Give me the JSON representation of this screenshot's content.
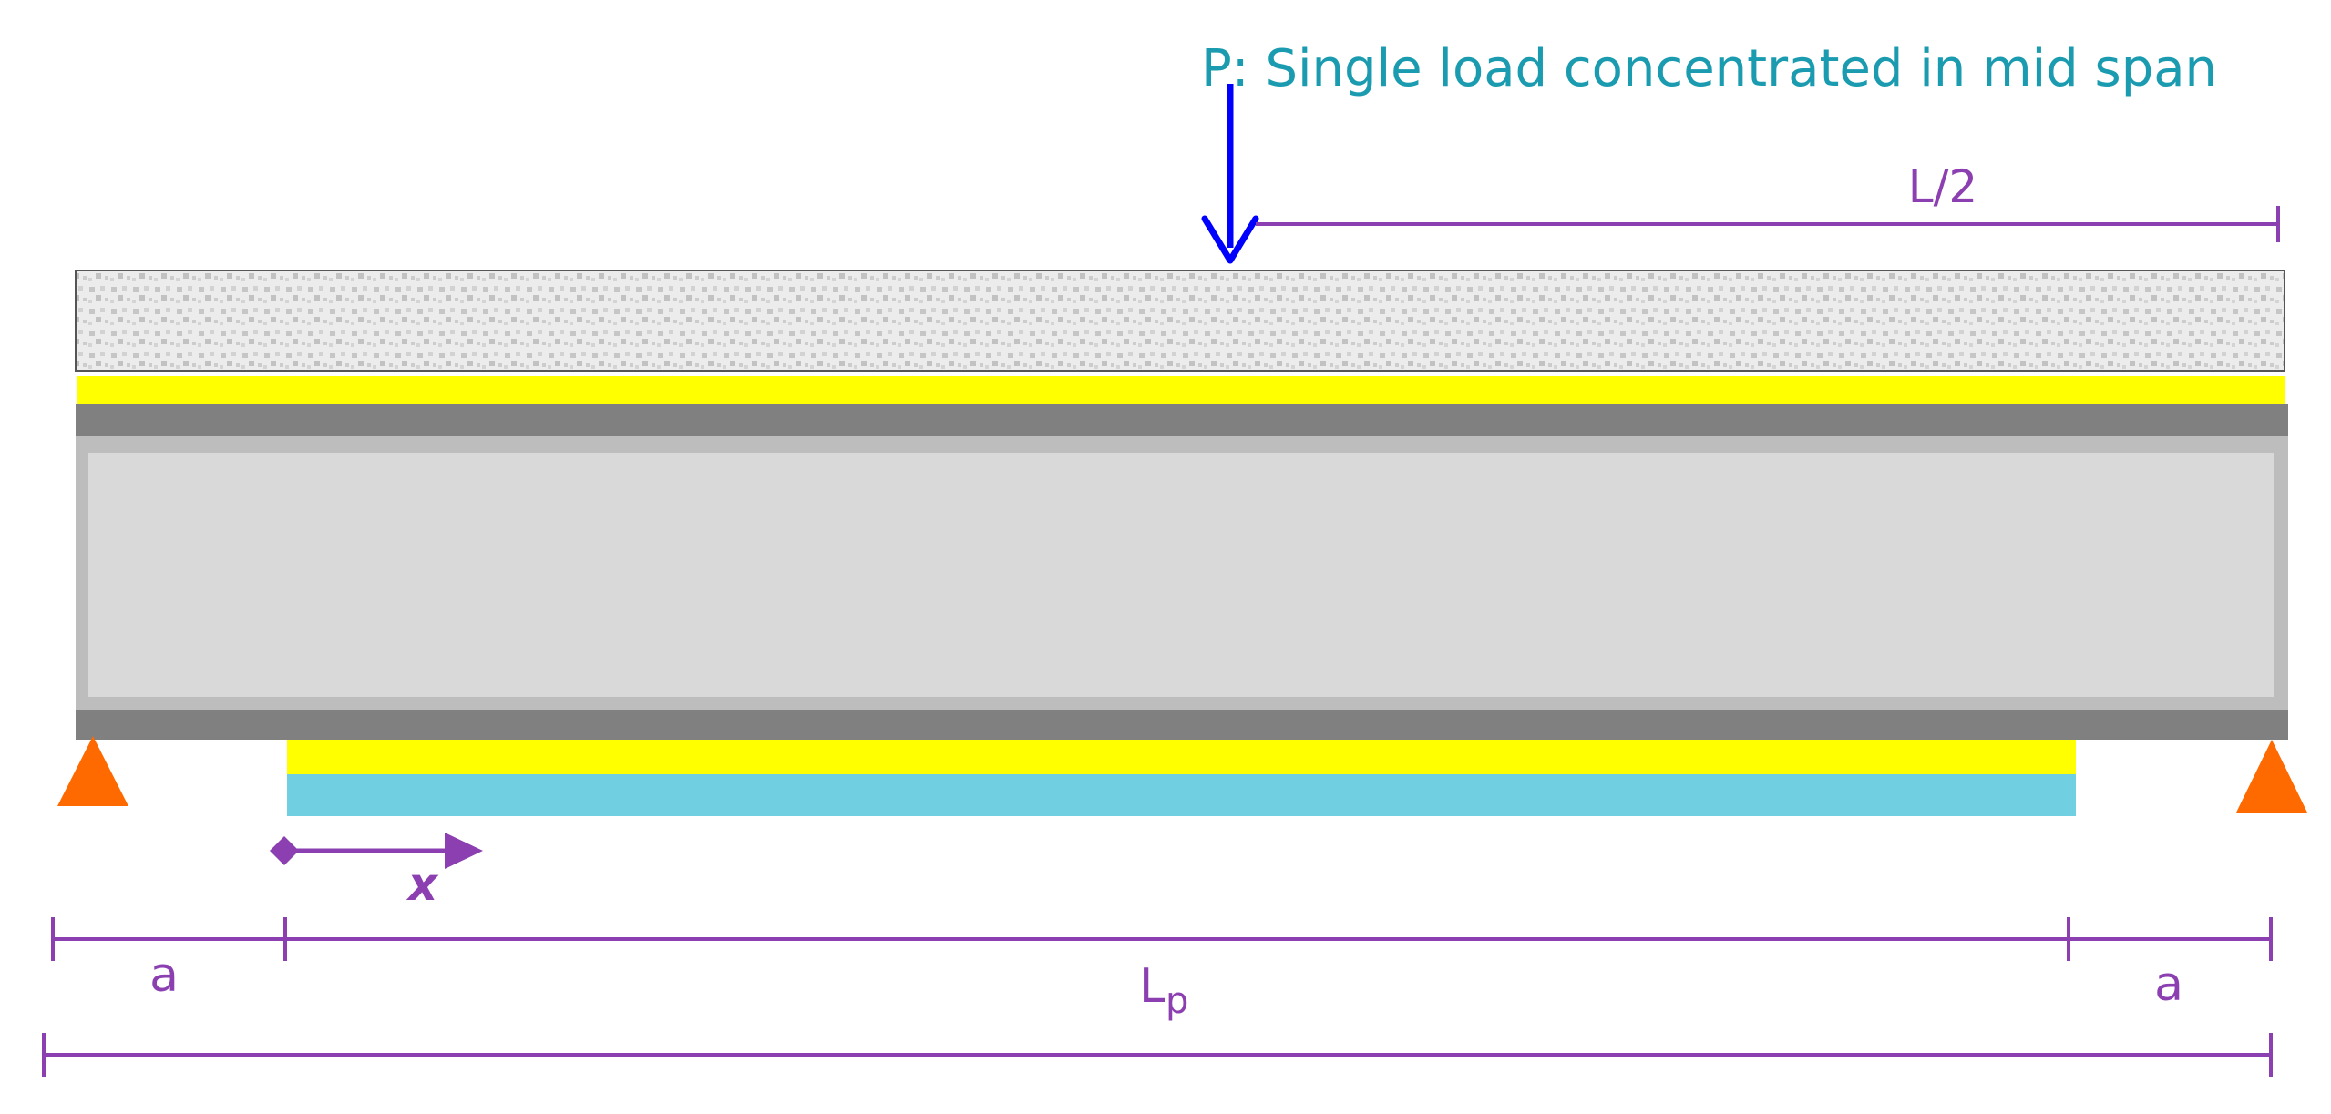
{
  "diagram": {
    "load_label": "P: Single load concentrated in mid span",
    "half_span_label": "L/2",
    "x_label": "x",
    "a_left_label": "a",
    "lp_label_main": "L",
    "lp_label_sub": "p",
    "a_right_label": "a"
  },
  "colors": {
    "load_arrow": "#0000ff",
    "load_text": "#1a9bb0",
    "dimension": "#8b3fb0",
    "bonding_layer": "#ffff00",
    "frp_plate": "#70cfe0",
    "beam_flange": "#808080",
    "beam_web": "#d9d9d9",
    "support": "#ff6a00"
  }
}
